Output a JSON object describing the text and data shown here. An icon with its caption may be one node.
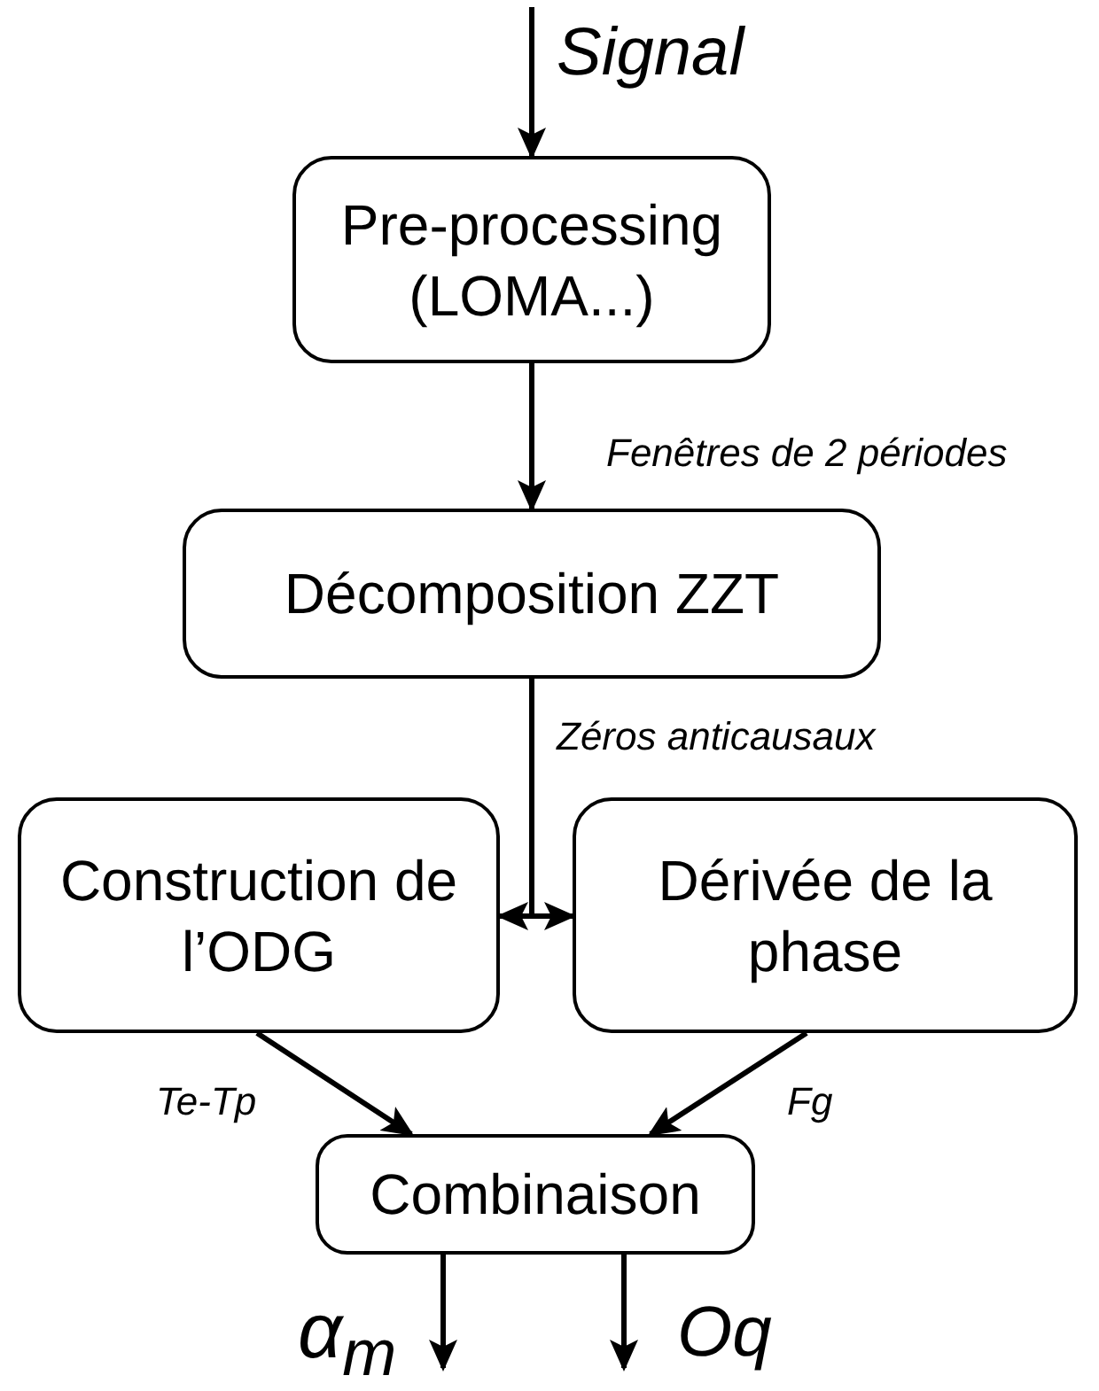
{
  "diagram": {
    "nodes": [
      {
        "text": [
          "Pre-processing (LOMA...)"
        ]
      },
      {
        "text": [
          "Décomposition ZZT"
        ]
      },
      {
        "text": [
          "Construction de l’ODG"
        ]
      },
      {
        "text": [
          "Dérivée de la phase"
        ]
      },
      {
        "text": [
          "Combinaison"
        ]
      }
    ],
    "edges": [
      {
        "from": null,
        "to": 0,
        "arrow": "to",
        "label": "Signal"
      },
      {
        "from": 0,
        "to": 1,
        "arrow": "to",
        "label": "Fenêtres de 2 périodes"
      },
      {
        "from": 1,
        "to": 2,
        "arrow": "to",
        "label": "Zéros anticausaux"
      },
      {
        "from": 1,
        "to": 3,
        "arrow": "to"
      },
      {
        "from": 2,
        "to": 4,
        "arrow": "to",
        "label": "Te-Tp"
      },
      {
        "from": 3,
        "to": 4,
        "arrow": "to",
        "label": "Fg"
      },
      {
        "from": 4,
        "to": null,
        "arrow": "to",
        "label": "α$_{m}$"
      },
      {
        "from": 4,
        "to": null,
        "arrow": "to",
        "label": "Oq"
      }
    ]
  }
}
